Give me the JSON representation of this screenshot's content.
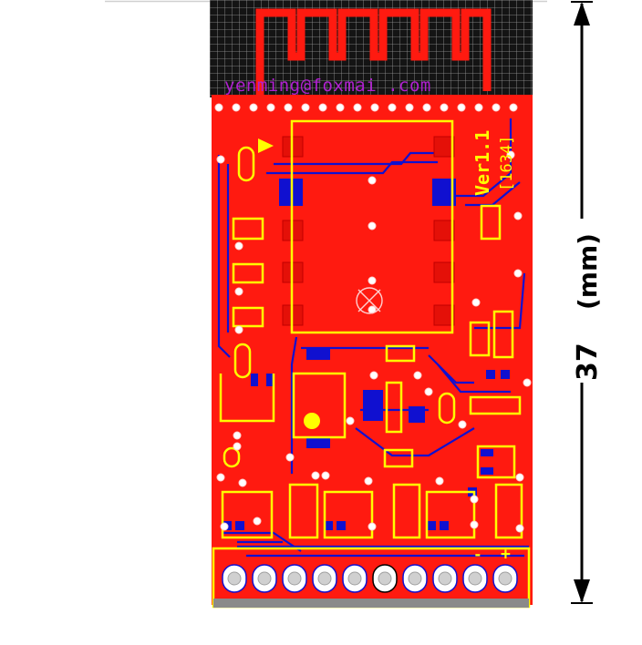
{
  "board": {
    "email_text": "yenming@foxmai .com",
    "version_text": "Ver1.1",
    "code_text": "[1634]"
  },
  "dimension": {
    "value_text": "37",
    "unit_text": "(mm)"
  },
  "header_labels": {
    "minus": "-",
    "plus": "+"
  },
  "colors": {
    "copper_top": "#ff1a10",
    "copper_bottom": "#1010d0",
    "silkscreen": "#ffff00",
    "board_dark": "#141414",
    "grid": "#9a9a9a",
    "email_text_color": "#b020d0",
    "dimension_line": "#000000"
  }
}
